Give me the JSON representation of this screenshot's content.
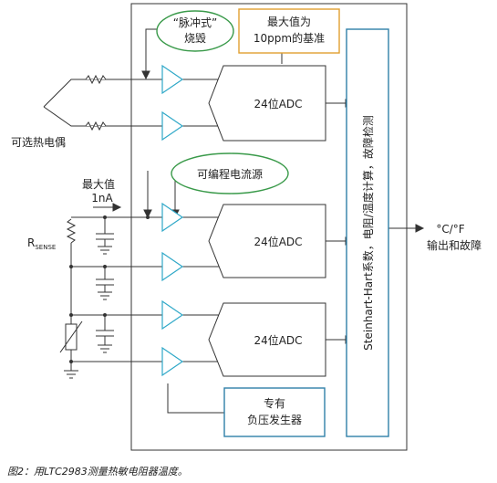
{
  "labels": {
    "burnout": "“脉冲式”",
    "burnout2": "烧毁",
    "reference": "最大值为",
    "reference2": "10ppm的基准",
    "adc": "24位ADC",
    "thermocouple": "可选热电偶",
    "current_source": "可编程电流源",
    "max_current": "最大值",
    "max_current_value": "1nA",
    "rsense_main": "R",
    "rsense_sub": "SENSE",
    "processing": "Steinhart-Hart系数，电阻/温度计算，故障检测",
    "output_units": "°C/°F",
    "output_label": "输出和故障",
    "negative_gen": "专有",
    "negative_gen2": "负压发生器"
  },
  "caption": "图2：用LTC2983测量热敏电阻器温度。"
}
